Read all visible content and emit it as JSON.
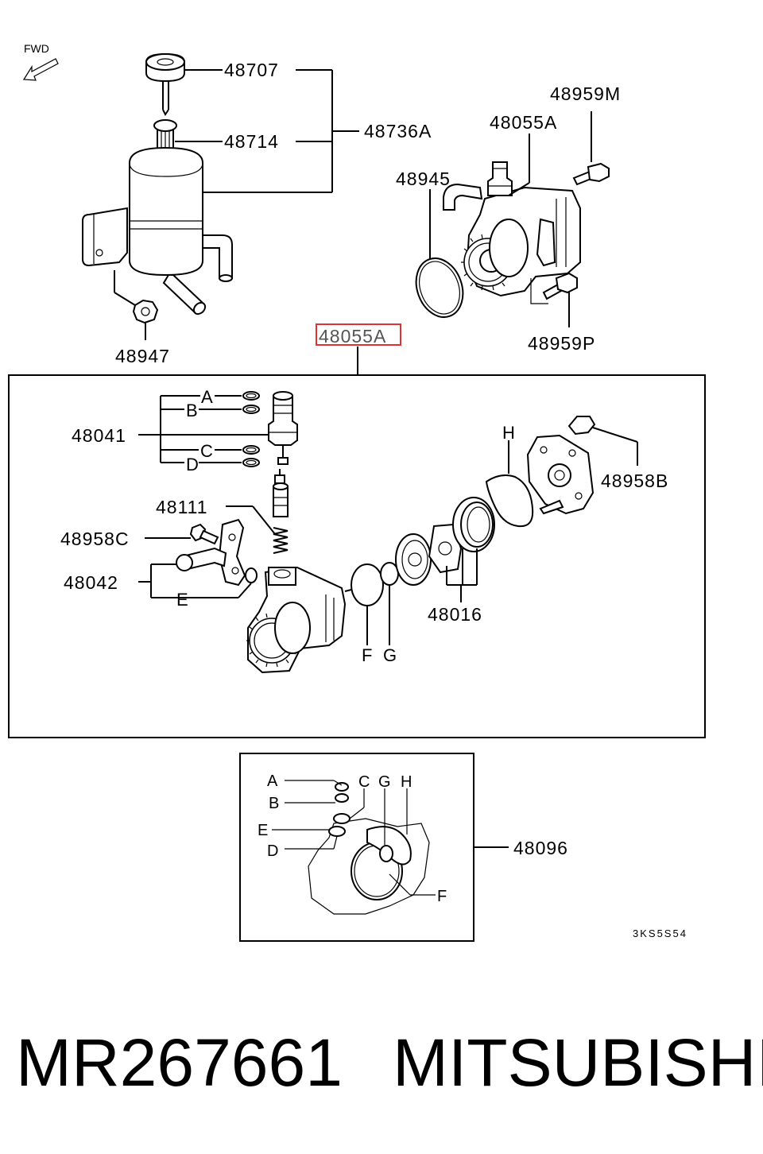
{
  "fwd_label": "FWD",
  "labels": {
    "p48707": "48707",
    "p48714": "48714",
    "p48736A": "48736A",
    "p48947": "48947",
    "p48959M": "48959M",
    "p48055A_top": "48055A",
    "p48945": "48945",
    "p48959P": "48959P",
    "p48055A_box": "48055A",
    "p48041": "48041",
    "p48111": "48111",
    "p48958C": "48958C",
    "p48042": "48042",
    "p48958B": "48958B",
    "p48016": "48016",
    "p48096": "48096",
    "A": "A",
    "B": "B",
    "C": "C",
    "D": "D",
    "E": "E",
    "F": "F",
    "G": "G",
    "H": "H"
  },
  "inset": {
    "A": "A",
    "B": "B",
    "C": "C",
    "G": "G",
    "H": "H",
    "E": "E",
    "D": "D",
    "F": "F"
  },
  "diagram_code": "3KS5S54",
  "footer": {
    "part_number": "MR267661",
    "brand": "MITSUBISHI"
  },
  "colors": {
    "highlight_box": "#e03030",
    "ink": "#000000"
  }
}
